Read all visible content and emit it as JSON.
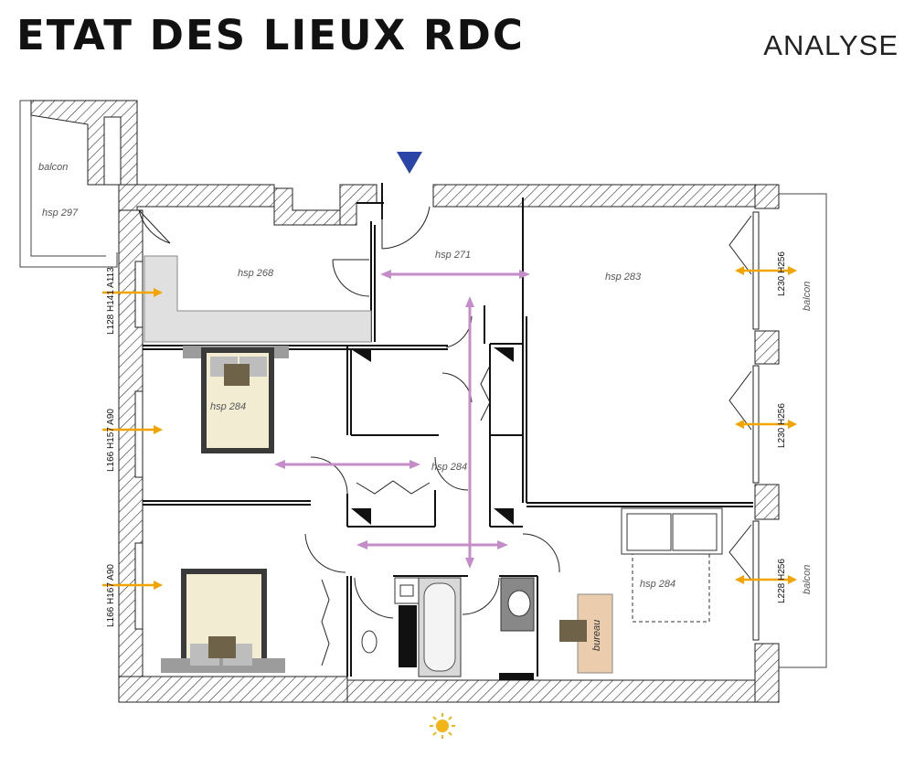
{
  "header": {
    "title": "ETAT DES LIEUX RDC",
    "subtitle": "ANALYSE"
  },
  "rooms": {
    "balcon_top": "balcon",
    "hsp_297": "hsp 297",
    "hsp_268": "hsp 268",
    "hsp_271": "hsp 271",
    "hsp_283": "hsp 283",
    "hsp_284_bed1": "hsp 284",
    "hsp_284_hall": "hsp 284",
    "hsp_284_living": "hsp 284",
    "balcon_right_1": "balcon",
    "balcon_right_2": "balcon",
    "bureau": "bureau"
  },
  "openings": {
    "left_1": "L128 H141 A113",
    "left_2": "L166 H157 A90",
    "left_3": "L166 H167 A90",
    "right_1": "L230 H256",
    "right_2": "L230 H256",
    "right_3": "L228 H256"
  },
  "colors": {
    "entrance": "#2B44A8",
    "window_arrow": "#F2A500",
    "circulation": "#C48DC9",
    "bed": "#F2EDD2",
    "pillow": "#6E6249",
    "desk": "#EBCDAE",
    "sun": "#F2B517"
  },
  "icons": [
    "entrance-marker-icon",
    "sun-icon"
  ]
}
